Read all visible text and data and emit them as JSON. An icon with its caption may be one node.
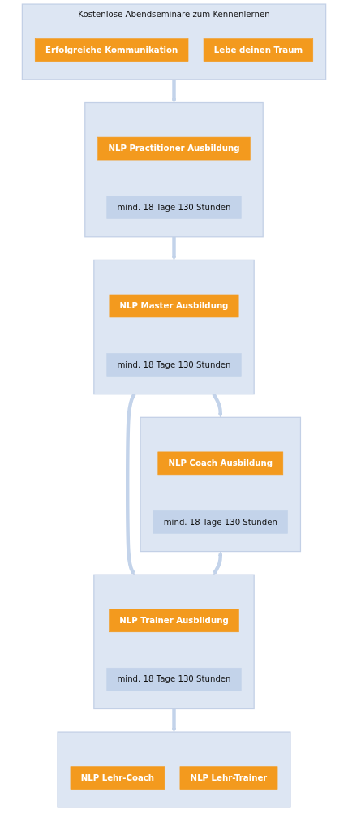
{
  "diagram": {
    "nodes": [
      {
        "text": [
          "Kostenlose Abendseminare zum Kennenlernen"
        ]
      },
      {
        "text": [
          "Erfolgreiche Kommunikation"
        ],
        "in": 0
      },
      {
        "text": [
          "Lebe deinen Traum"
        ],
        "in": 0
      },
      {
        "text": [],
        "shape": "box"
      },
      {
        "text": [
          "NLP Practitioner Ausbildung"
        ],
        "in": 3
      },
      {
        "text": [
          "mind. 18 Tage 130 Stunden"
        ],
        "in": 3
      },
      {
        "text": [],
        "shape": "box"
      },
      {
        "text": [
          "NLP Master Ausbildung"
        ],
        "in": 6
      },
      {
        "text": [
          "mind. 18 Tage 130 Stunden"
        ],
        "in": 6
      },
      {
        "text": [],
        "shape": "box"
      },
      {
        "text": [
          "NLP Coach Ausbildung"
        ],
        "in": 9
      },
      {
        "text": [
          "mind. 18 Tage 130 Stunden"
        ],
        "in": 9
      },
      {
        "text": [],
        "shape": "box"
      },
      {
        "text": [
          "NLP Trainer Ausbildung"
        ],
        "in": 12
      },
      {
        "text": [
          "mind. 18 Tage 130 Stunden"
        ],
        "in": 12
      },
      {
        "text": [],
        "shape": "box"
      },
      {
        "text": [
          "NLP Lehr-Coach"
        ],
        "in": 15
      },
      {
        "text": [
          "NLP Lehr-Trainer"
        ],
        "in": 15
      }
    ],
    "edges": [
      {
        "from": 0,
        "to": 3,
        "arrow": "to"
      },
      {
        "from": 3,
        "to": 6,
        "arrow": "to"
      },
      {
        "from": 6,
        "to": 9,
        "arrow": "to"
      },
      {
        "from": 6,
        "to": 12,
        "arrow": "to"
      },
      {
        "from": 9,
        "to": 12,
        "arrow": "both"
      },
      {
        "from": 12,
        "to": 15,
        "arrow": "to"
      }
    ]
  }
}
